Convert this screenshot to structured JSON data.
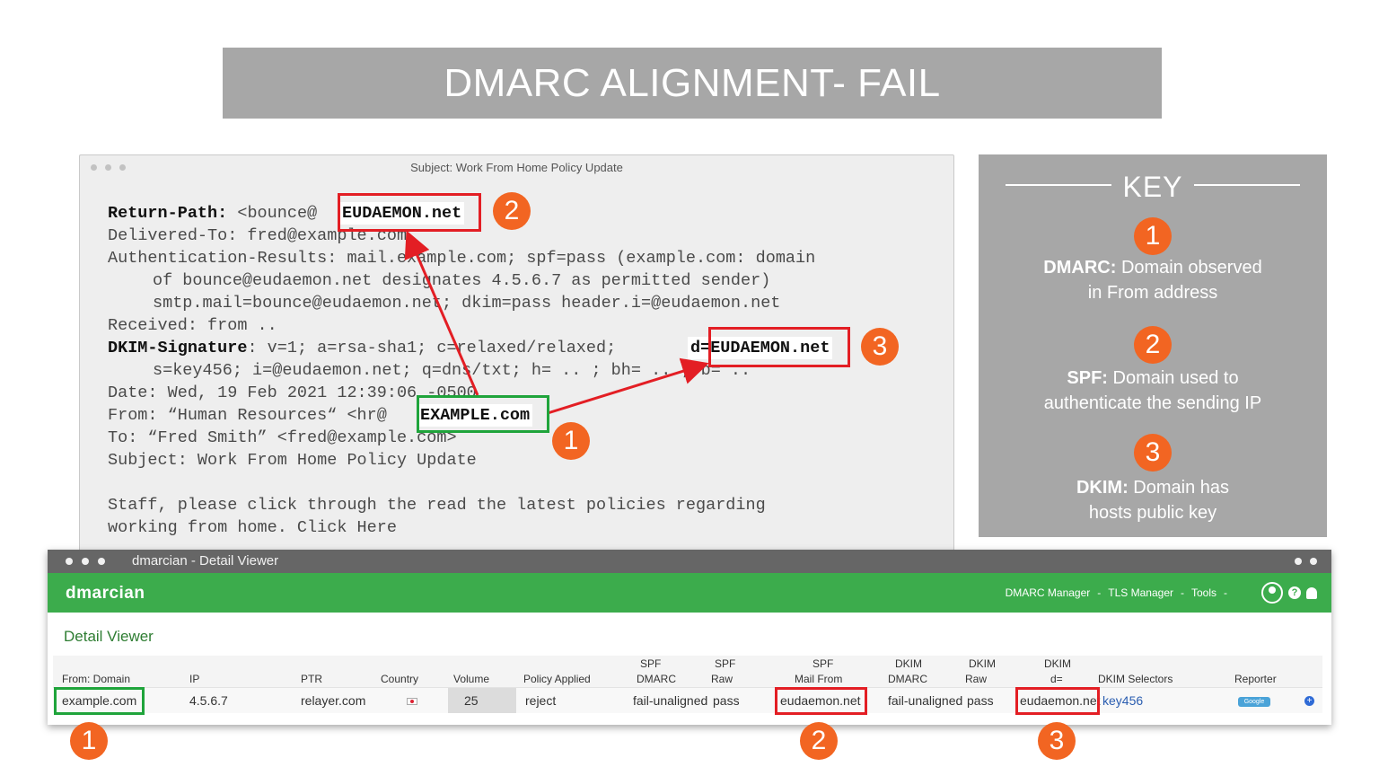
{
  "banner": {
    "title": "DMARC ALIGNMENT- FAIL"
  },
  "email": {
    "window_title": "Subject: Work From Home Policy Update",
    "lines": {
      "return_path_label": "Return-Path:",
      "return_path_prefix": " <bounce@",
      "return_path_domain": "EUDAEMON.net",
      "return_path_suffix": ">",
      "delivered_to": "Delivered-To: fred@example.com",
      "auth1": "Authentication-Results: mail.example.com; spf=pass (example.com: domain",
      "auth2": "of bounce@eudaemon.net designates 4.5.6.7 as permitted sender)",
      "auth3": "smtp.mail=bounce@eudaemon.net; dkim=pass header.i=@eudaemon.net",
      "received": "Received: from ..",
      "dkim_label": "DKIM-Signature",
      "dkim_rest": ": v=1; a=rsa-sha1; c=relaxed/relaxed; ",
      "dkim_domain": "d=EUDAEMON.net",
      "dkim2": "s=key456; i=@eudaemon.net; q=dns/txt; h= .. ; bh= .. ; b= ..",
      "date": "Date: Wed, 19 Feb 2021 12:39:06 -0500",
      "from_prefix": "From: “Human Resources“ <hr@",
      "from_domain": "EXAMPLE.com",
      "from_suffix": ">",
      "to": "To: “Fred Smith” <fred@example.com>",
      "subject": "Subject: Work From Home Policy Update",
      "body1": "Staff, please click through the read the latest policies regarding",
      "body2": "working from home. Click Here"
    },
    "badges": {
      "one": "1",
      "two": "2",
      "three": "3"
    }
  },
  "key": {
    "title": "KEY",
    "items": [
      {
        "num": "1",
        "bold": "DMARC:",
        "text1": " Domain observed",
        "text2": "in From address"
      },
      {
        "num": "2",
        "bold": "SPF:",
        "text1": " Domain used to",
        "text2": "authenticate the sending IP"
      },
      {
        "num": "3",
        "bold": "DKIM:",
        "text1": " Domain has",
        "text2": "hosts public key"
      }
    ]
  },
  "dmarcian": {
    "window_title": "dmarcian - Detail Viewer",
    "logo": "dmarcian",
    "nav": [
      "DMARC Manager",
      "TLS Manager",
      "Tools"
    ],
    "heading": "Detail Viewer",
    "headers": {
      "from_domain": "From: Domain",
      "ip": "IP",
      "ptr": "PTR",
      "country": "Country",
      "volume": "Volume",
      "policy": "Policy Applied",
      "spf_dmarc_top": "SPF",
      "spf_dmarc": "DMARC",
      "spf_raw_top": "SPF",
      "spf_raw": "Raw",
      "spf_mailfrom_top": "SPF",
      "spf_mailfrom": "Mail From",
      "dkim_dmarc_top": "DKIM",
      "dkim_dmarc": "DMARC",
      "dkim_raw_top": "DKIM",
      "dkim_raw": "Raw",
      "dkim_d_top": "DKIM",
      "dkim_d": "d=",
      "dkim_selectors": "DKIM Selectors",
      "reporter": "Reporter"
    },
    "row": {
      "from_domain": "example.com",
      "ip": "4.5.6.7",
      "ptr": "relayer.com",
      "volume": "25",
      "policy": "reject",
      "spf_dmarc": "fail-unaligned",
      "spf_raw": "pass",
      "spf_mailfrom": "eudaemon.net",
      "dkim_dmarc": "fail-unaligned",
      "dkim_raw": "pass",
      "dkim_d": "eudaemon.net",
      "dkim_selectors": "key456",
      "reporter": "Google"
    }
  },
  "colors": {
    "orange": "#f26522",
    "red_box": "#e31e24",
    "green_box": "#1fa43b",
    "brand_green": "#3cac4c",
    "gray": "#a7a7a7"
  }
}
